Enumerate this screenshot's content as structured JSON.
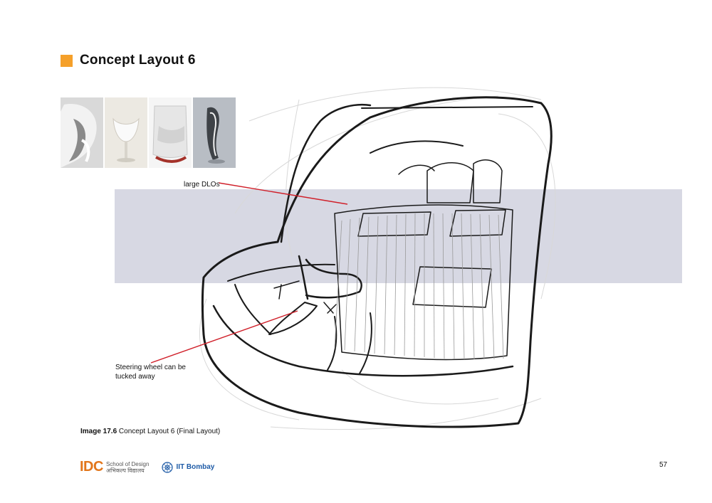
{
  "heading": {
    "title": "Concept Layout 6",
    "accent_color": "#f5a02a"
  },
  "callouts": {
    "dlo": "large DLOs",
    "steering_line1": "Steering wheel can be",
    "steering_line2": "tucked away",
    "line_color": "#d0202a"
  },
  "caption": {
    "label": "Image 17.6",
    "text": " Concept Layout 6 (Final Layout)"
  },
  "footer": {
    "idc": "IDC",
    "idc_line1": "School of Design",
    "idc_line2": "अभिकल्प विद्यालय",
    "iit": "IIT Bombay",
    "idc_color": "#e2761b",
    "iit_color": "#1d5aa6"
  },
  "page_number": "57",
  "icons": [
    "chair-photo",
    "chair-photo",
    "chair-photo",
    "chair-photo",
    "iit-emblem-icon"
  ]
}
